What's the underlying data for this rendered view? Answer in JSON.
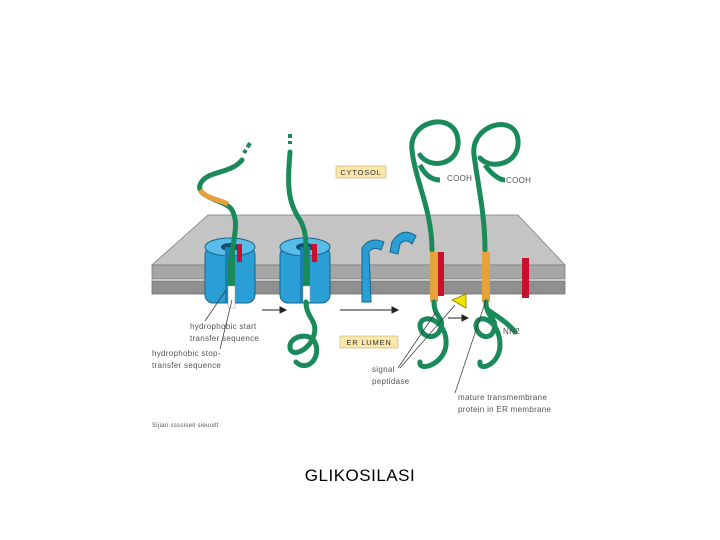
{
  "diagram": {
    "cytosol_label": "CYTOSOL",
    "er_lumen_label": "ER LUMEN",
    "cooh_left": "COOH",
    "cooh_right": "COOH",
    "nh2": "NH2",
    "start_transfer_1": "hydrophobic start",
    "start_transfer_2": "transfer sequence",
    "stop_transfer_1": "hydrophobic stop-",
    "stop_transfer_2": "transfer sequence",
    "signal_peptidase_1": "signal",
    "signal_peptidase_2": "peptidase",
    "mature_1": "mature transmembrane",
    "mature_2": "protein in ER membrane",
    "credit": "Sijian ssssiseil sieuuitt",
    "colors": {
      "chain": "#1b8a5a",
      "translocon": "#2a9fd6",
      "start_segment": "#e8a03a",
      "stop_segment": "#c8102e",
      "peptidase": "#f2e200",
      "membrane_top": "#c4c4c4",
      "membrane_side": "#8f8f8f",
      "label_box": "#fbe7a9"
    }
  },
  "caption": "GLIKOSILASI"
}
